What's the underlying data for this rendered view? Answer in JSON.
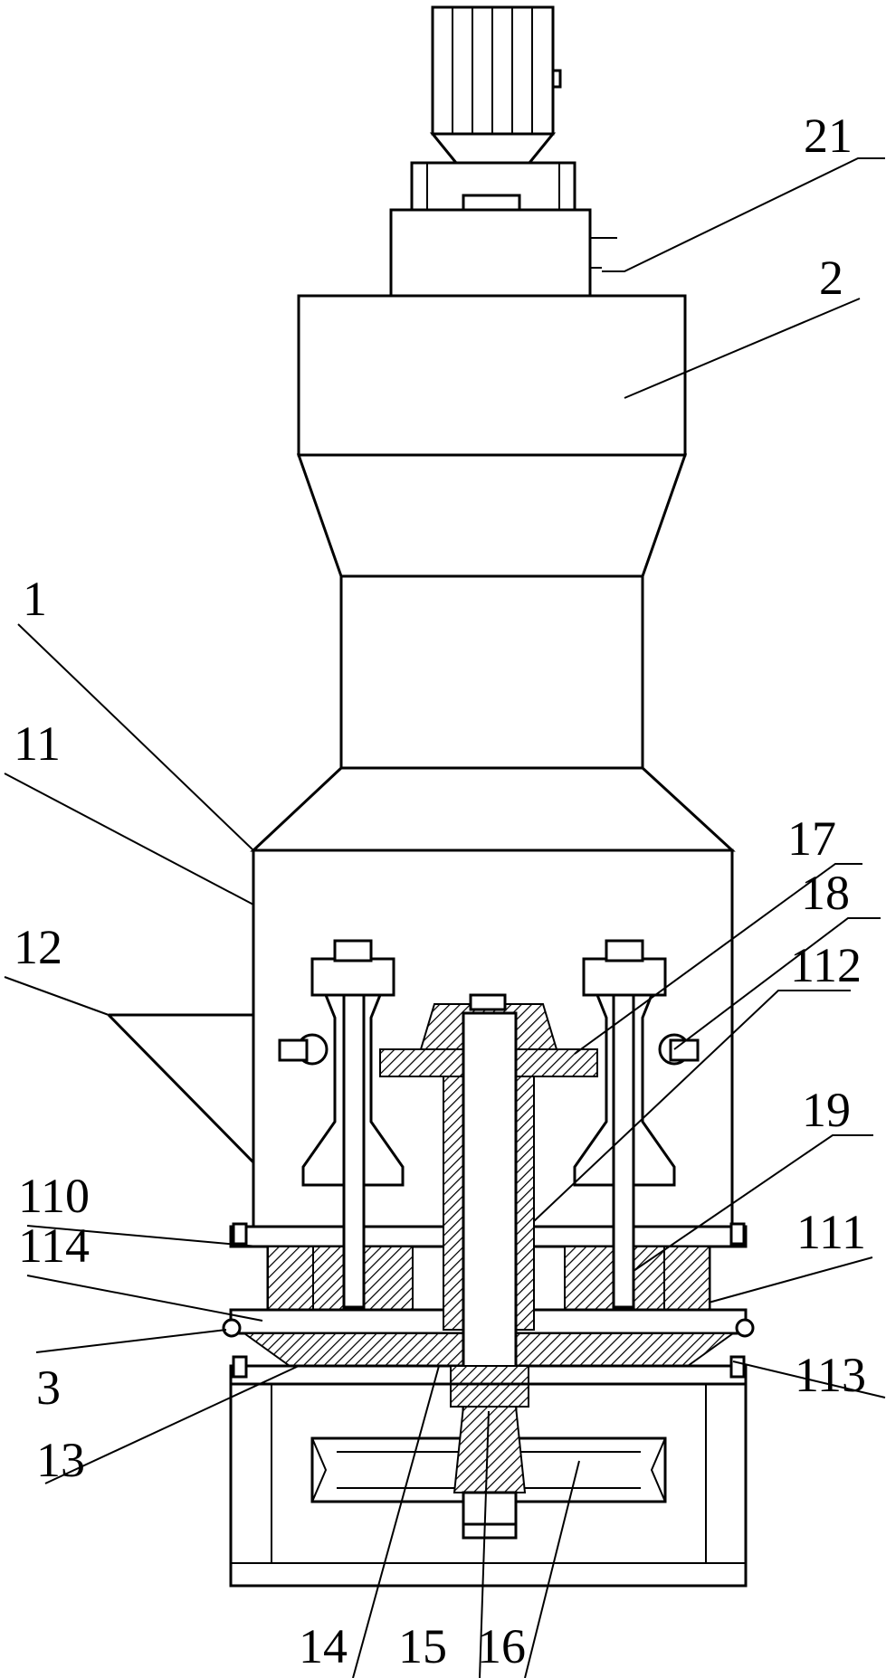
{
  "labels": {
    "l21": "21",
    "l2": "2",
    "l1": "1",
    "l11": "11",
    "l12": "12",
    "l17": "17",
    "l18": "18",
    "l112": "112",
    "l19": "19",
    "l110": "110",
    "l114": "114",
    "l111": "111",
    "l3": "3",
    "l113": "113",
    "l13": "13",
    "l14": "14",
    "l15": "15",
    "l16": "16"
  }
}
